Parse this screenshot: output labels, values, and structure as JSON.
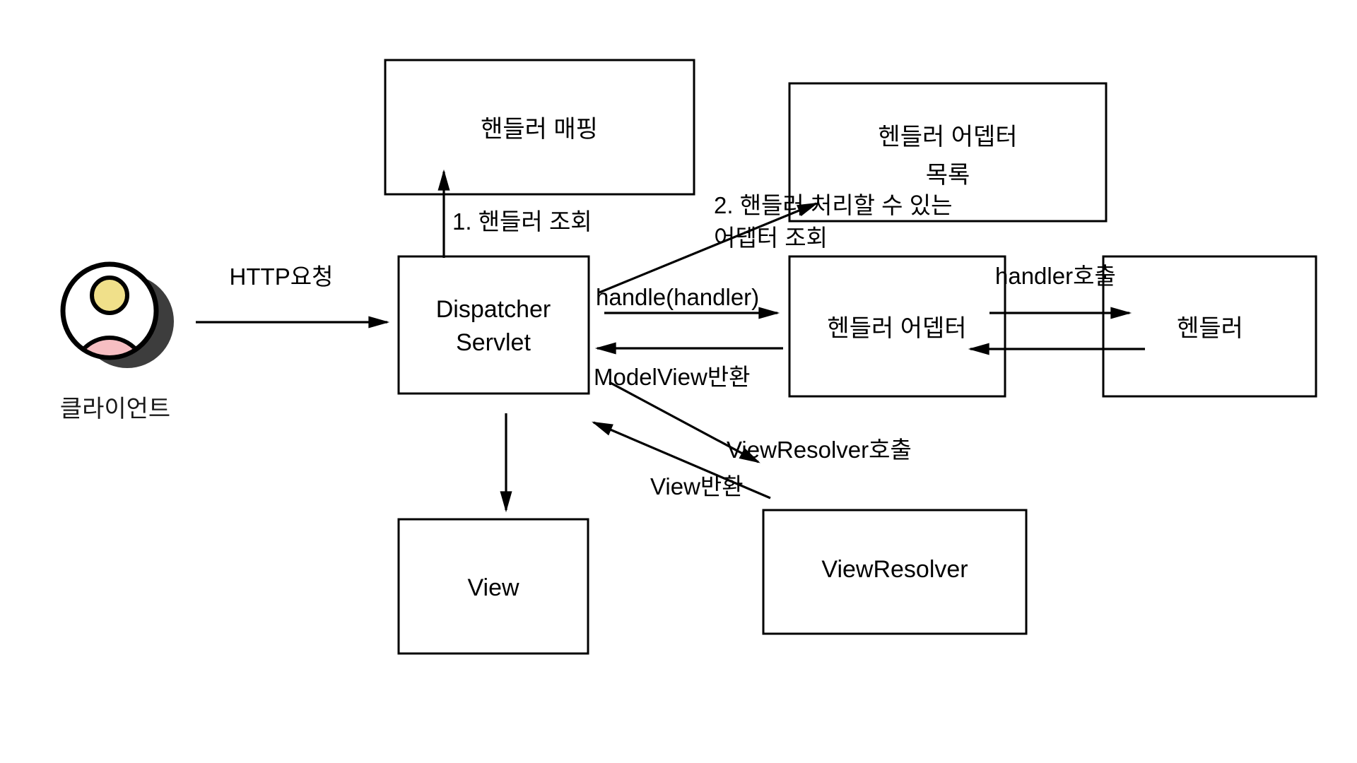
{
  "diagram": {
    "title": "Spring MVC DispatcherServlet flow",
    "background": "#ffffff",
    "stroke_color": "#000000",
    "actor": {
      "name": "client-actor",
      "label": "클라이언트",
      "icon": "user-avatar-icon",
      "head_color": "#f0e08a",
      "body_color": "#f6bec2",
      "shadow_color": "#3d3d3d",
      "outline_color": "#000000"
    },
    "nodes": [
      {
        "id": "handler-mapping",
        "label": "핸들러 매핑"
      },
      {
        "id": "handler-adapter-list",
        "label_line1": "헨들러 어뎁터",
        "label_line2": "목록"
      },
      {
        "id": "dispatcher-servlet",
        "label_line1": "Dispatcher",
        "label_line2": "Servlet"
      },
      {
        "id": "handler-adapter",
        "label": "헨들러 어뎁터"
      },
      {
        "id": "handler",
        "label": "헨들러"
      },
      {
        "id": "view",
        "label": "View"
      },
      {
        "id": "view-resolver",
        "label": "ViewResolver"
      }
    ],
    "edges": [
      {
        "id": "http-request",
        "label": "HTTP요청"
      },
      {
        "id": "handler-lookup",
        "label": "1. 핸들러 조회"
      },
      {
        "id": "adapter-lookup",
        "label_line1": "2. 핸들러 처리할 수 있는",
        "label_line2": "어뎁터 조회"
      },
      {
        "id": "handle-handler",
        "label": "handle(handler)"
      },
      {
        "id": "modelview-return",
        "label": "ModelView반환"
      },
      {
        "id": "handler-invoke",
        "label": "handler호출"
      },
      {
        "id": "viewresolver-invoke",
        "label": "ViewResolver호출"
      },
      {
        "id": "view-return",
        "label": "View반환"
      }
    ]
  }
}
